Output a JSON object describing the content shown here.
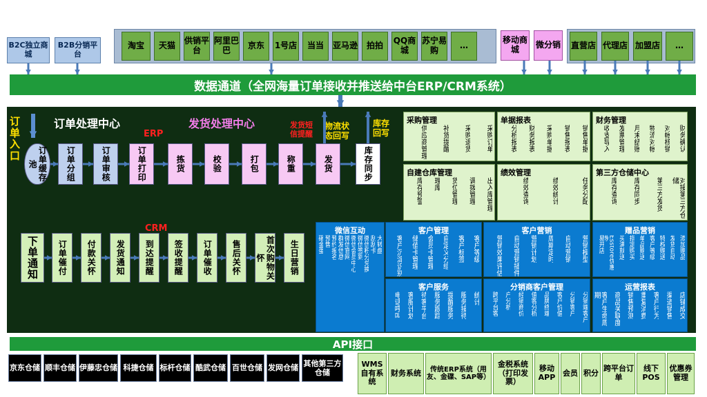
{
  "top": {
    "left_boxes": [
      "B2C独立商城",
      "B2B分销平台"
    ],
    "platforms": [
      "淘宝",
      "天猫",
      "供销平台",
      "阿里巴巴",
      "京东",
      "1号店",
      "当当",
      "亚马逊",
      "拍拍",
      "QQ商城",
      "苏宁易购",
      "…"
    ],
    "pink_boxes": [
      "移动商城",
      "微分销"
    ],
    "right_boxes": [
      "直营店",
      "代理店",
      "加盟店",
      "…"
    ]
  },
  "data_channel": "数据通道（全网海量订单接收并推送给中台ERP/CRM系统）",
  "order_entry": "订单入口",
  "order_center": "订单处理中心",
  "ship_center": "发货处理中心",
  "erp_label": "ERP",
  "crm_label": "CRM",
  "ship_sms": "发货短信提醒",
  "logistics_return": "物流状态回写",
  "stock_return": "库存回写",
  "erp_steps": [
    "订单缓存池",
    "订单分组",
    "订单审核",
    "订单打印",
    "拣货",
    "校验",
    "打包",
    "称重",
    "发货",
    "库存同步"
  ],
  "crm_steps": [
    "下单通知",
    "订单催付",
    "付款关怀",
    "发货通知",
    "到达提醒",
    "签收提醒",
    "订单催收",
    "售后关怀",
    "首次购物关怀",
    "生日营销"
  ],
  "panels": {
    "purchase": {
      "title": "采购管理",
      "items": [
        "采购订单",
        "采购退货",
        "补货提醒",
        "供应商管理"
      ]
    },
    "report": {
      "title": "单据报表",
      "items": [
        "销售单据",
        "销售报表",
        "采购单据",
        "财务报表",
        "分析报表"
      ]
    },
    "finance": {
      "title": "财务管理",
      "items": [
        "财务确认",
        "对帐核销",
        "物流对帐",
        "月末结账",
        "发票管理",
        "收支导入"
      ]
    },
    "warehouse": {
      "title": "自建仓库管理",
      "items": [
        "出入库管理",
        "调拨管理",
        "货位管理",
        "理库",
        "库存预警"
      ]
    },
    "kpi": {
      "title": "绩效管理",
      "items": [
        "任务分配",
        "绩效统计",
        "绩效查询"
      ]
    },
    "third_wh": {
      "title": "第三方仓储中心",
      "items": [
        "对接第三方仓储",
        "第三方发货",
        "库存同步",
        "库存查询"
      ]
    },
    "wechat": {
      "title": "微信互动",
      "items": [
        "大转盘",
        "刮刮卡",
        "微信积分兑换",
        "微信签到",
        "微信会员中心",
        "微信官网",
        "群发信息",
        "预约报名",
        "预售",
        "砸金蛋"
      ]
    },
    "customer": {
      "title": "客户管理",
      "items": [
        "客户等级",
        "客户标签",
        "自定义分组",
        "会员卡管理",
        "储值卡管理",
        "客户沉淀识别"
      ]
    },
    "marketing": {
      "title": "客户营销",
      "items": [
        "营销模型",
        "自动营销",
        "周期定时",
        "营销计划",
        "自动营销插件",
        "营销效果评估"
      ]
    },
    "gift": {
      "title": "赠品营销",
      "items": [
        "添加赠品",
        "发货自动",
        "特权赠送",
        "客户等级",
        "单品赠送",
        "指定购买",
        "买满就送",
        "Esstore优惠券",
        "易开店"
      ]
    },
    "service": {
      "title": "客户服务",
      "items": [
        "统计",
        "服务接待",
        "提醒服务",
        "服务跟踪",
        "待客平台",
        "客服计划",
        "电话呼叫"
      ]
    },
    "dist": {
      "title": "分销商客户管理",
      "items": [
        "分销端客户",
        "分销客户",
        "客户价值",
        "品牌终端",
        "值客分析",
        "经销商价",
        "户分析",
        "跨平台客"
      ]
    },
    "ops": {
      "title": "运营报表",
      "items": [
        "店铺成交",
        "渠道销售",
        "客户行为",
        "重复消费",
        "销售预测",
        "商品关联度",
        "客户生命周期"
      ]
    }
  },
  "api_label": "API接口",
  "bottom_black": [
    "京东仓储",
    "顺丰仓储",
    "伊藤忠仓储",
    "科捷仓储",
    "标杆仓储",
    "酷武仓储",
    "百世仓储",
    "发网仓储",
    "其他第三方仓储"
  ],
  "bottom_green": [
    "WMS自有系统",
    "财务系统",
    "传统ERP系统（用友、金碟、SAP等）",
    "金税系统（打印发票）",
    "移动APP",
    "会员",
    "积分",
    "跨平台订单",
    "线下POS",
    "优惠券管理"
  ]
}
